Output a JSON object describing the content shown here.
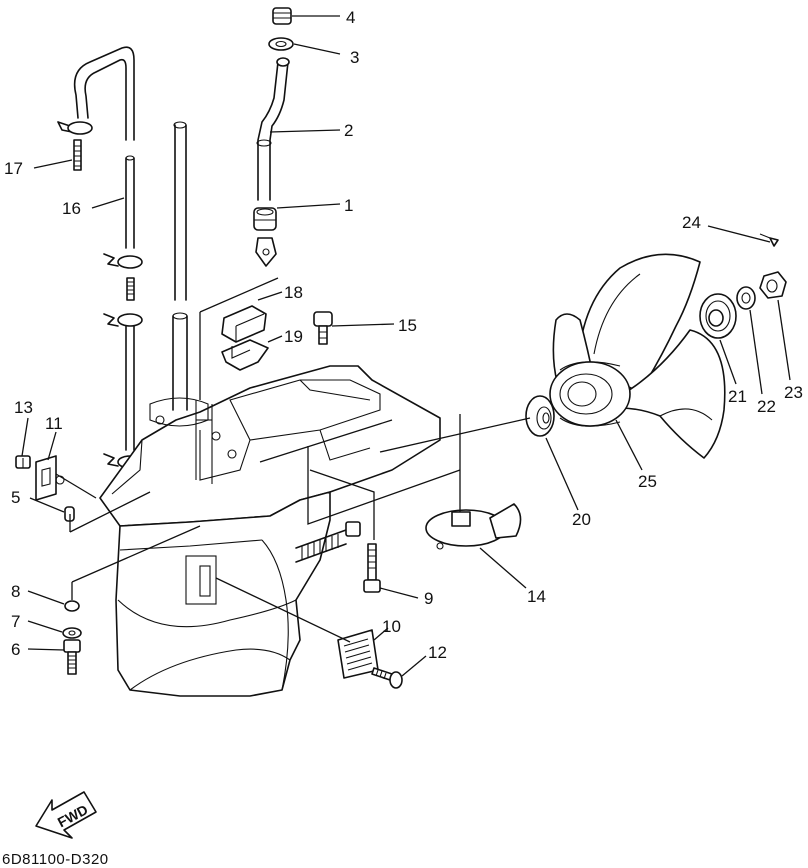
{
  "diagram_code": "6D81100-D320",
  "fwd_label": "FWD",
  "callouts": [
    "1",
    "2",
    "3",
    "4",
    "5",
    "6",
    "7",
    "8",
    "9",
    "10",
    "11",
    "12",
    "13",
    "14",
    "15",
    "16",
    "17",
    "18",
    "19",
    "20",
    "21",
    "22",
    "23",
    "24",
    "25"
  ]
}
